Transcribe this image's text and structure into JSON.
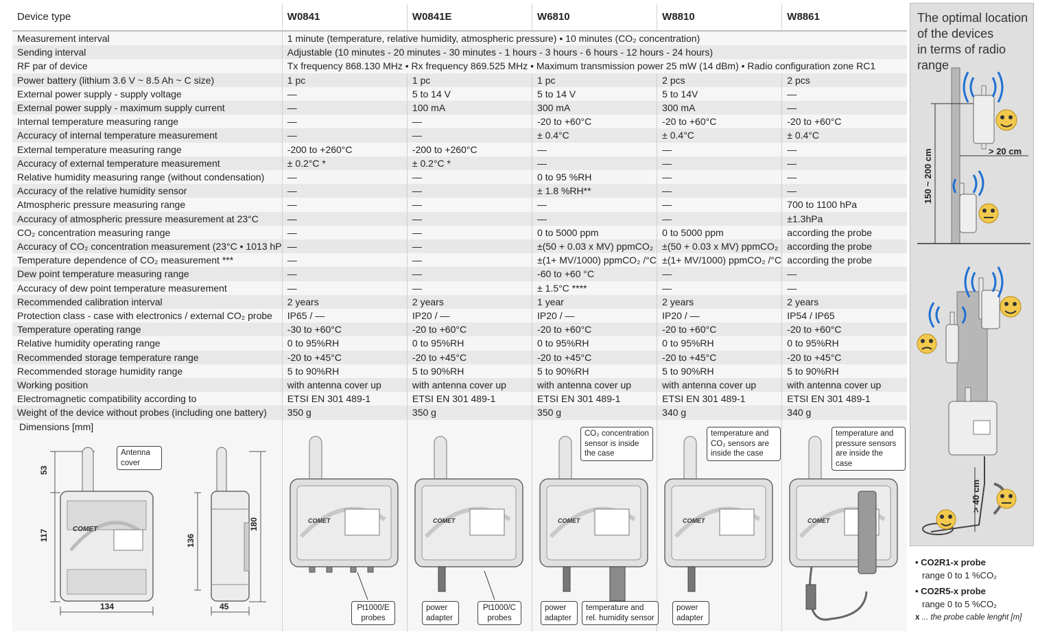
{
  "table": {
    "header_label": "Device type",
    "devices": [
      "W0841",
      "W0841E",
      "W6810",
      "W8810",
      "W8861"
    ],
    "rows": [
      {
        "label": "Measurement interval",
        "span": "1 minute (temperature, relative humidity, atmospheric pressure)  •  10 minutes (CO₂ concentration)"
      },
      {
        "label": "Sending interval",
        "span": "Adjustable (10 minutes - 20 minutes - 30 minutes - 1 hours - 3 hours - 6 hours - 12 hours - 24 hours)"
      },
      {
        "label": "RF par of device",
        "span": "Tx frequency 868.130 MHz • Rx frequency 869.525 MHz • Maximum transmission power 25 mW (14 dBm) • Radio configuration zone RC1"
      },
      {
        "label": "Power battery (lithium 3.6 V ~ 8.5 Ah ~ C size)",
        "values": [
          "1 pc",
          "1 pc",
          "1 pc",
          "2 pcs",
          "2 pcs"
        ]
      },
      {
        "label": "External power supply - supply voltage",
        "values": [
          "—",
          "5 to 14 V",
          "5 to 14 V",
          "5 to 14V",
          "—"
        ]
      },
      {
        "label": "External power supply - maximum supply current",
        "values": [
          "—",
          "100 mA",
          "300 mA",
          "300 mA",
          "—"
        ]
      },
      {
        "label": "Internal temperature measuring range",
        "values": [
          "—",
          "—",
          "-20 to +60°C",
          "-20 to +60°C",
          "-20 to +60°C"
        ]
      },
      {
        "label": "Accuracy of internal temperature measurement",
        "values": [
          "—",
          "—",
          "± 0.4°C",
          "± 0.4°C",
          "± 0.4°C"
        ]
      },
      {
        "label": "External temperature measuring range",
        "values": [
          "-200 to +260°C",
          "-200 to +260°C",
          "—",
          "—",
          "—"
        ]
      },
      {
        "label": "Accuracy of external temperature measurement",
        "values": [
          "± 0.2°C *",
          "± 0.2°C *",
          "—",
          "—",
          "—"
        ]
      },
      {
        "label": "Relative humidity measuring range (without condensation)",
        "values": [
          "—",
          "—",
          "0 to 95 %RH",
          "—",
          "—"
        ]
      },
      {
        "label": "Accuracy of the relative humidity sensor",
        "values": [
          "—",
          "—",
          "± 1.8 %RH**",
          "—",
          "—"
        ]
      },
      {
        "label": "Atmospheric pressure measuring range",
        "values": [
          "—",
          "—",
          "—",
          "—",
          "700 to 1100 hPa"
        ]
      },
      {
        "label": "Accuracy of atmospheric pressure measurement at 23°C",
        "values": [
          "—",
          "—",
          "—",
          "—",
          "±1.3hPa"
        ]
      },
      {
        "label": "CO₂ concentration measuring range",
        "values": [
          "—",
          "—",
          "0 to 5000 ppm",
          "0 to 5000 ppm",
          "according the probe"
        ]
      },
      {
        "label": "Accuracy of CO₂ concentration measurement (23°C • 1013 hPa)",
        "values": [
          "—",
          "—",
          "±(50 + 0.03 x MV) ppmCO₂",
          "±(50 + 0.03 x MV) ppmCO₂",
          "according the probe"
        ]
      },
      {
        "label": "Temperature dependence of CO₂ measurement ***",
        "values": [
          "—",
          "—",
          "±(1+ MV/1000) ppmCO₂ /°C",
          "±(1+ MV/1000) ppmCO₂ /°C",
          "according the probe"
        ]
      },
      {
        "label": "Dew point temperature measuring range",
        "values": [
          "—",
          "—",
          "-60 to +60 °C",
          "—",
          "—"
        ]
      },
      {
        "label": "Accuracy of dew point temperature measurement",
        "values": [
          "—",
          "—",
          "± 1.5°C ****",
          "—",
          "—"
        ]
      },
      {
        "label": "Recommended calibration interval",
        "values": [
          "2 years",
          "2 years",
          "1 year",
          "2 years",
          "2 years"
        ]
      },
      {
        "label": "Protection class - case with electronics / external CO₂ probe",
        "values": [
          "IP65 / —",
          "IP20 / —",
          "IP20 / —",
          "IP20 / —",
          "IP54 / IP65"
        ]
      },
      {
        "label": "Temperature operating range",
        "values": [
          "-30 to +60°C",
          "-20 to +60°C",
          "-20 to +60°C",
          "-20 to +60°C",
          "-20 to +60°C"
        ]
      },
      {
        "label": "Relative humidity operating range",
        "values": [
          "0 to 95%RH",
          "0 to 95%RH",
          "0 to 95%RH",
          "0 to 95%RH",
          "0 to 95%RH"
        ]
      },
      {
        "label": "Recommended storage temperature range",
        "values": [
          "-20 to +45°C",
          "-20 to +45°C",
          "-20 to +45°C",
          "-20 to +45°C",
          "-20 to +45°C"
        ]
      },
      {
        "label": "Recommended storage humidity range",
        "values": [
          "5 to 90%RH",
          "5 to 90%RH",
          "5 to 90%RH",
          "5 to 90%RH",
          "5 to 90%RH"
        ]
      },
      {
        "label": "Working position",
        "values": [
          "with antenna cover up",
          "with antenna cover up",
          "with antenna cover up",
          "with antenna cover up",
          "with antenna cover up"
        ]
      },
      {
        "label": "Electromagnetic compatibility according to",
        "values": [
          "ETSI EN 301 489-1",
          "ETSI EN 301 489-1",
          "ETSI EN 301 489-1",
          "ETSI EN 301 489-1",
          "ETSI EN 301 489-1"
        ]
      },
      {
        "label": "Weight of the device without probes (including one battery)",
        "values": [
          "350 g",
          "350 g",
          "350 g",
          "340 g",
          "340 g"
        ]
      }
    ]
  },
  "dimensions": {
    "label": "Dimensions [mm]",
    "antenna_callout": "Antenna cover",
    "dim_53": "53",
    "dim_117": "117",
    "dim_134": "134",
    "dim_136": "136",
    "dim_180": "180",
    "dim_45": "45",
    "brand": "COMET"
  },
  "devices_drawings": {
    "w0841_probe_label": "Pt1000/E probes",
    "w0841e_power_label": "power adapter",
    "w0841e_probe_label": "Pt1000/C probes",
    "w6810_callout": "CO₂ concentration sensor is inside the case",
    "w6810_power_label": "power adapter",
    "w6810_sensor_label": "temperature and rel. humidity sensor",
    "w8810_callout": "temperature and CO₂ sensors are inside the case",
    "w8810_power_label": "power adapter",
    "w8861_callout": "temperature and pressure sensors are inside the case"
  },
  "side": {
    "title_lines": [
      "The optimal location",
      "of the devices",
      "in terms of radio range"
    ],
    "height_label": "150 ~ 200 cm",
    "gap_label": "> 20 cm",
    "cable_label": "> 40 cm",
    "probe1_name": "• CO2R1-x probe",
    "probe1_range": "range 0 to 1 %CO₂",
    "probe2_name": "• CO2R5-x probe",
    "probe2_range": "range 0 to 5 %CO₂",
    "legend_x": "x",
    "legend_text": " ... the probe cable lenght [m]"
  },
  "colors": {
    "row_dark": "#e8e8e8",
    "row_light": "#f6f6f6",
    "side_bg": "#dfdfdf",
    "face_yellow": "#f2c94c",
    "wave_blue": "#1f6fd1"
  }
}
